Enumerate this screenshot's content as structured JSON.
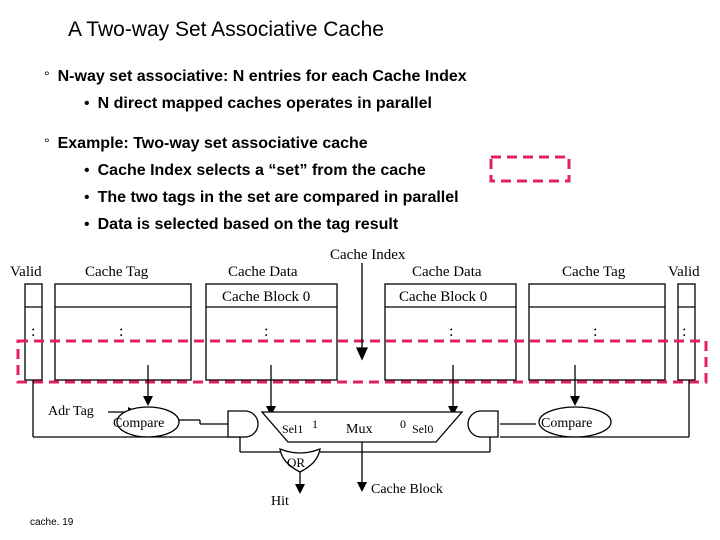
{
  "title": "A Two-way Set Associative Cache",
  "bullets": [
    {
      "marker": "°",
      "text": "N-way set associative: N entries for each Cache Index",
      "sub": [
        "N direct mapped caches operates in parallel"
      ]
    },
    {
      "marker": "°",
      "text": "Example: Two-way set associative cache",
      "sub": [
        "Cache Index selects a “set” from the cache",
        "The two tags in the set are compared in parallel",
        "Data is selected based on the tag result"
      ]
    }
  ],
  "sub_marker": "•",
  "diagram": {
    "cache_index": "Cache Index",
    "valid_left": "Valid",
    "tag_left": "Cache Tag",
    "data_left": "Cache Data",
    "block_left": "Cache Block 0",
    "data_right": "Cache Data",
    "block_right": "Cache Block 0",
    "tag_right": "Cache Tag",
    "valid_right": "Valid",
    "ellipsis": ":",
    "adr_tag": "Adr Tag",
    "compare_left": "Compare",
    "compare_right": "Compare",
    "sel1": "Sel1",
    "one": "1",
    "mux": "Mux",
    "zero": "0",
    "sel0": "Sel0",
    "or": "OR",
    "hit": "Hit",
    "cache_block": "Cache Block"
  },
  "footer": "cache. 19",
  "colors": {
    "highlight": "#e0206a"
  }
}
